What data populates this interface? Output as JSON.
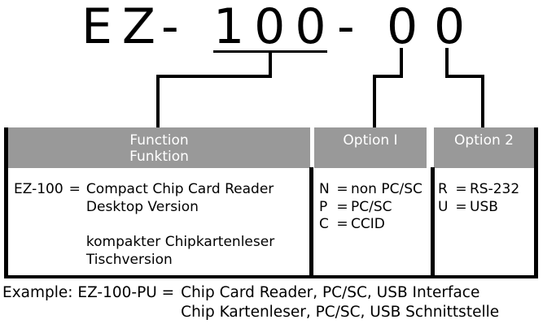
{
  "title": {
    "ez": "EZ",
    "dash1": "-",
    "mid": "100",
    "dash2": "-",
    "opt1_digit": "0",
    "opt2_digit": "0"
  },
  "colors": {
    "header_gray": "#999999",
    "line_black": "#000000",
    "header_text": "#ffffff"
  },
  "table": {
    "function": {
      "header_line1": "Function",
      "header_line2": "Funktion",
      "key": "EZ-100",
      "eq": "=",
      "lines": [
        "Compact Chip Card Reader",
        "Desktop Version",
        "kompakter Chipkartenleser",
        "Tischversion"
      ]
    },
    "option1": {
      "header": "Option I",
      "items": [
        {
          "key": "N",
          "eq": "=",
          "value": "non PC/SC"
        },
        {
          "key": "P",
          "eq": "=",
          "value": "PC/SC"
        },
        {
          "key": "C",
          "eq": "=",
          "value": "CCID"
        }
      ]
    },
    "option2": {
      "header": "Option 2",
      "items": [
        {
          "key": "R",
          "eq": "=",
          "value": "RS-232"
        },
        {
          "key": "U",
          "eq": "=",
          "value": "USB"
        }
      ]
    }
  },
  "example": {
    "prefix": "Example: EZ-100-PU =",
    "lines": [
      "Chip Card Reader, PC/SC, USB Interface",
      "Chip Kartenleser, PC/SC, USB Schnittstelle"
    ]
  }
}
